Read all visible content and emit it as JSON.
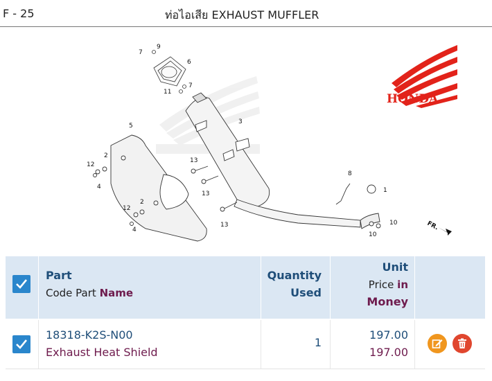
{
  "figure": {
    "code": "F - 25",
    "title": "ท่อไอเสีย  EXHAUST MUFFLER",
    "brand": "HONDA",
    "direction_label": "FR.",
    "callouts": [
      "7",
      "9",
      "6",
      "11",
      "7",
      "3",
      "5",
      "2",
      "12",
      "4",
      "13",
      "13",
      "8",
      "1",
      "12",
      "2",
      "4",
      "13",
      "10",
      "10"
    ]
  },
  "table": {
    "header": {
      "part_title": "Part",
      "code_part_label": "Code Part",
      "name_label": "Name",
      "quantity_label": "Quantity",
      "used_label": "Used",
      "unit_label": "Unit",
      "price_label": "Price",
      "in_label": "in",
      "money_label": "Money"
    },
    "rows": [
      {
        "code": "18318-K2S-N00",
        "name": "Exhaust Heat Shield",
        "quantity": "1",
        "unit_price": "197.00",
        "total_price": "197.00",
        "checked": true
      }
    ]
  },
  "colors": {
    "header_bg": "#dbe7f3",
    "checkbox": "#2a86cc",
    "edit_button": "#f0961e",
    "delete_button": "#e0462e",
    "brand_red": "#e2231a",
    "navy_text": "#1f4e79",
    "maroon_text": "#6e1b4d"
  },
  "icons": {
    "edit": "edit-icon",
    "delete": "trash-icon",
    "check": "check-icon",
    "brand": "honda-wing-logo"
  }
}
